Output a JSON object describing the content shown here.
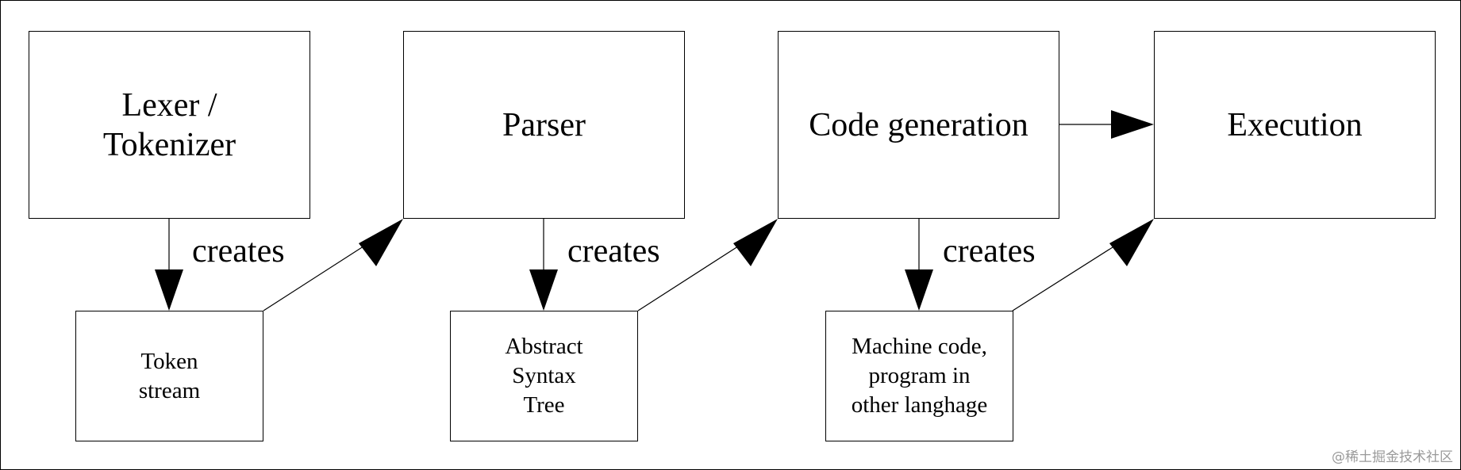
{
  "stages": [
    {
      "id": "lexer",
      "label": "Lexer /\nTokenizer"
    },
    {
      "id": "parser",
      "label": "Parser"
    },
    {
      "id": "codegen",
      "label": "Code generation"
    },
    {
      "id": "execution",
      "label": "Execution"
    }
  ],
  "artifacts": [
    {
      "id": "token-stream",
      "label": "Token\nstream"
    },
    {
      "id": "ast",
      "label": "Abstract\nSyntax\nTree"
    },
    {
      "id": "machine-code",
      "label": "Machine code,\nprogram in\nother langhage"
    }
  ],
  "edge_labels": [
    "creates",
    "creates",
    "creates"
  ],
  "watermark": "@稀土掘金技术社区",
  "colors": {
    "line": "#000000",
    "background": "#ffffff",
    "watermark": "#9a9a9a"
  }
}
